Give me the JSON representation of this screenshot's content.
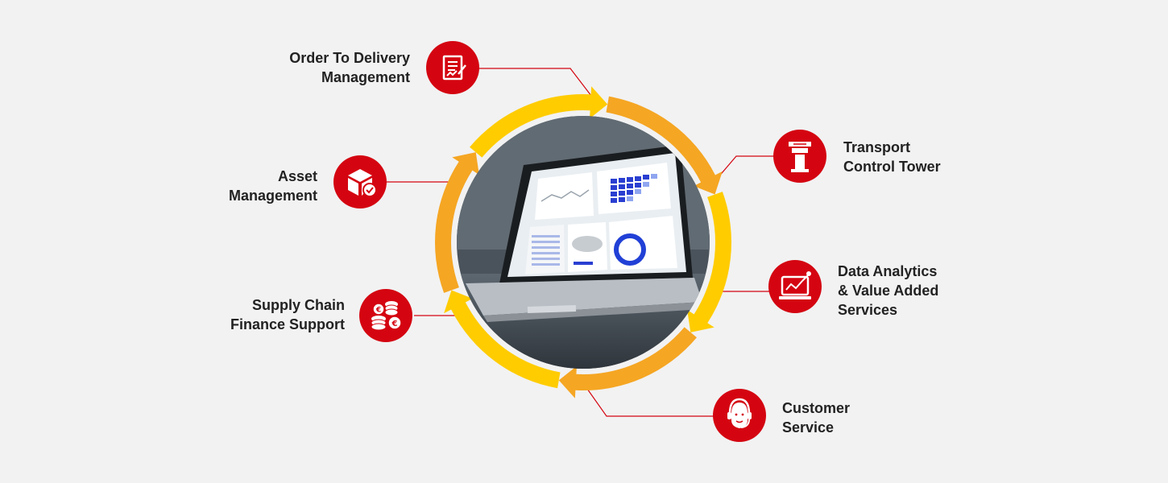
{
  "colors": {
    "background": "#f2f2f2",
    "accent_red": "#d40511",
    "ring_yellow": "#ffcc00",
    "ring_orange": "#f5a623",
    "connector": "#d40511",
    "text": "#222222"
  },
  "center_image": "laptop-dashboard-photo",
  "services": [
    {
      "id": "order-to-delivery",
      "icon": "document-signature-icon",
      "lines": [
        "Order To Delivery",
        "Management"
      ]
    },
    {
      "id": "transport-control-tower",
      "icon": "control-tower-icon",
      "lines": [
        "Transport",
        "Control Tower"
      ]
    },
    {
      "id": "asset-management",
      "icon": "box-check-icon",
      "lines": [
        "Asset",
        "Management"
      ]
    },
    {
      "id": "data-analytics",
      "icon": "analytics-monitor-icon",
      "lines": [
        "Data Analytics",
        "& Value Added",
        "Services"
      ]
    },
    {
      "id": "supply-chain-finance",
      "icon": "euro-coins-icon",
      "lines": [
        "Supply Chain",
        "Finance Support"
      ]
    },
    {
      "id": "customer-service",
      "icon": "customer-service-agent-icon",
      "lines": [
        "Customer",
        "Service"
      ]
    }
  ]
}
